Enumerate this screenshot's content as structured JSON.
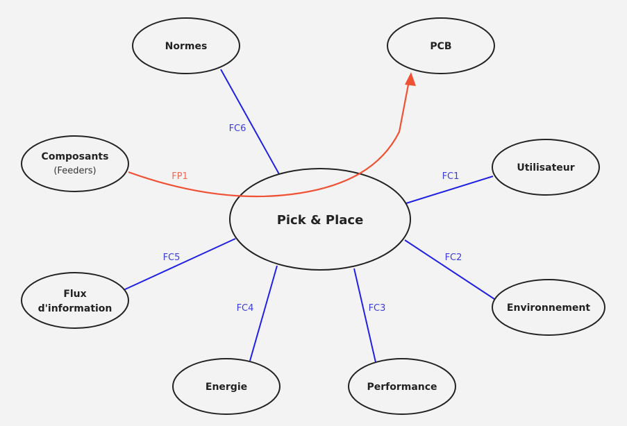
{
  "center": {
    "label": "Pick & Place"
  },
  "nodes": {
    "normes": {
      "label": "Normes"
    },
    "pcb": {
      "label": "PCB"
    },
    "composants": {
      "label": "Composants",
      "sub": "(Feeders)"
    },
    "utilisateur": {
      "label": "Utilisateur"
    },
    "flux": {
      "line1": "Flux",
      "line2": "d'information"
    },
    "environnement": {
      "label": "Environnement"
    },
    "energie": {
      "label": "Energie"
    },
    "performance": {
      "label": "Performance"
    }
  },
  "functions": {
    "fc1": "FC1",
    "fc2": "FC2",
    "fc3": "FC3",
    "fc4": "FC4",
    "fc5": "FC5",
    "fc6": "FC6",
    "fp1": "FP1"
  },
  "colors": {
    "fc_line": "#1f1fe6",
    "fc_text": "#3b3bdc",
    "fp_line": "#f05033",
    "fp_text": "#ee6a55",
    "node_stroke": "#222222",
    "background": "#f3f3f3"
  }
}
